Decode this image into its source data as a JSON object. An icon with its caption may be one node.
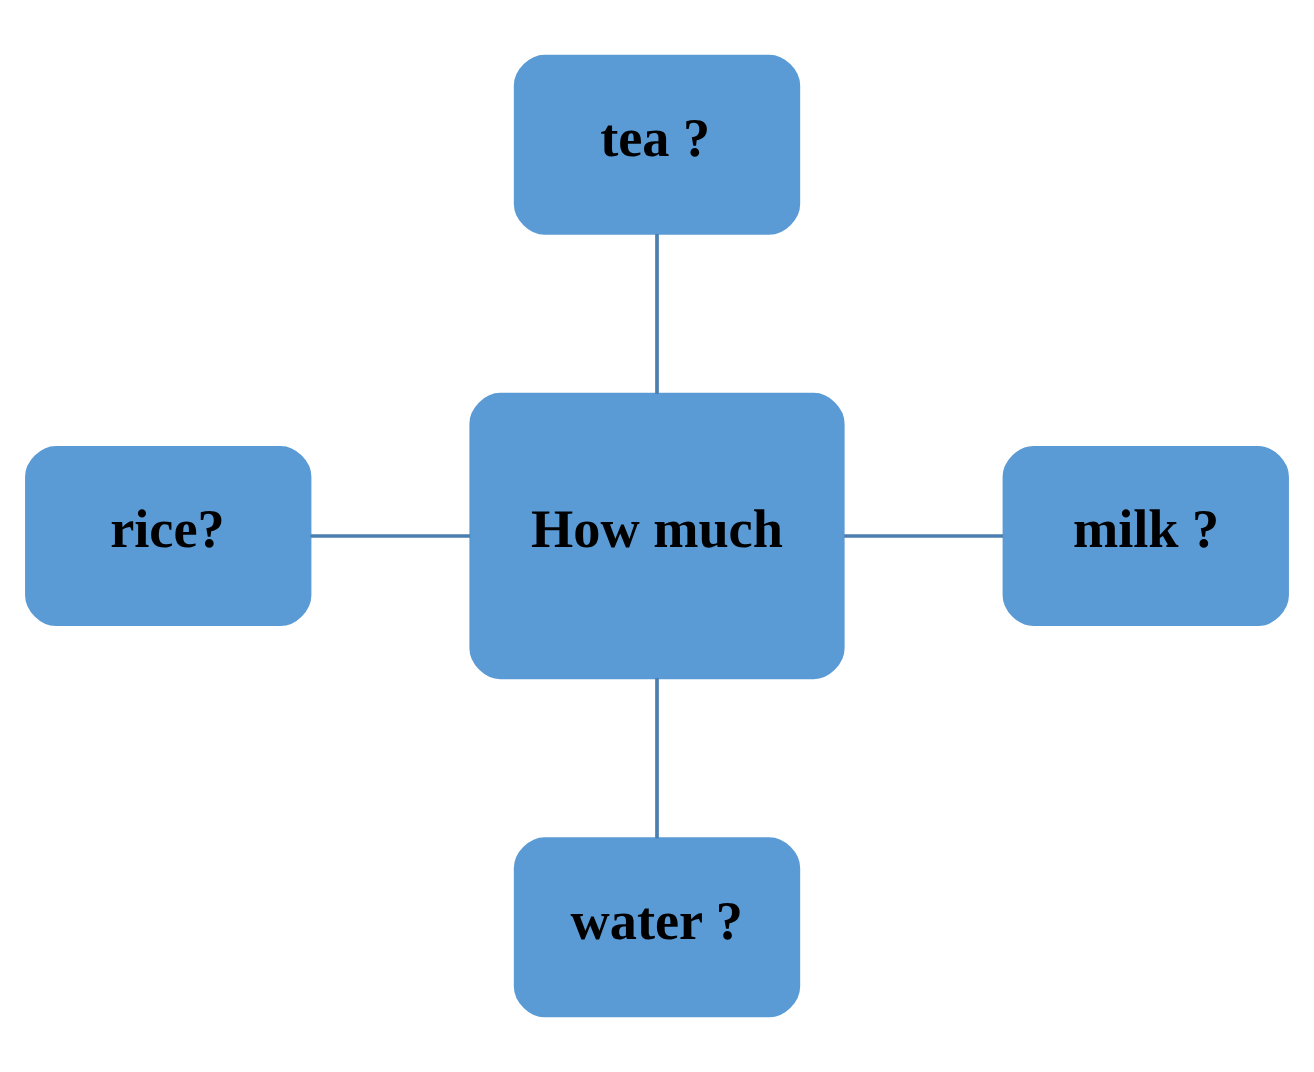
{
  "diagram": {
    "nodes": [
      {
        "text": [
          "tea ?"
        ]
      },
      {
        "text": [
          "rice?"
        ]
      },
      {
        "text": [
          "How much"
        ]
      },
      {
        "text": [
          "milk ?"
        ]
      },
      {
        "text": [
          "water ?"
        ]
      }
    ],
    "edges": [
      {
        "from": 0,
        "to": 2,
        "arrow": "none"
      },
      {
        "from": 1,
        "to": 2,
        "arrow": "none"
      },
      {
        "from": 2,
        "to": 3,
        "arrow": "none"
      },
      {
        "from": 2,
        "to": 4,
        "arrow": "none"
      }
    ]
  }
}
